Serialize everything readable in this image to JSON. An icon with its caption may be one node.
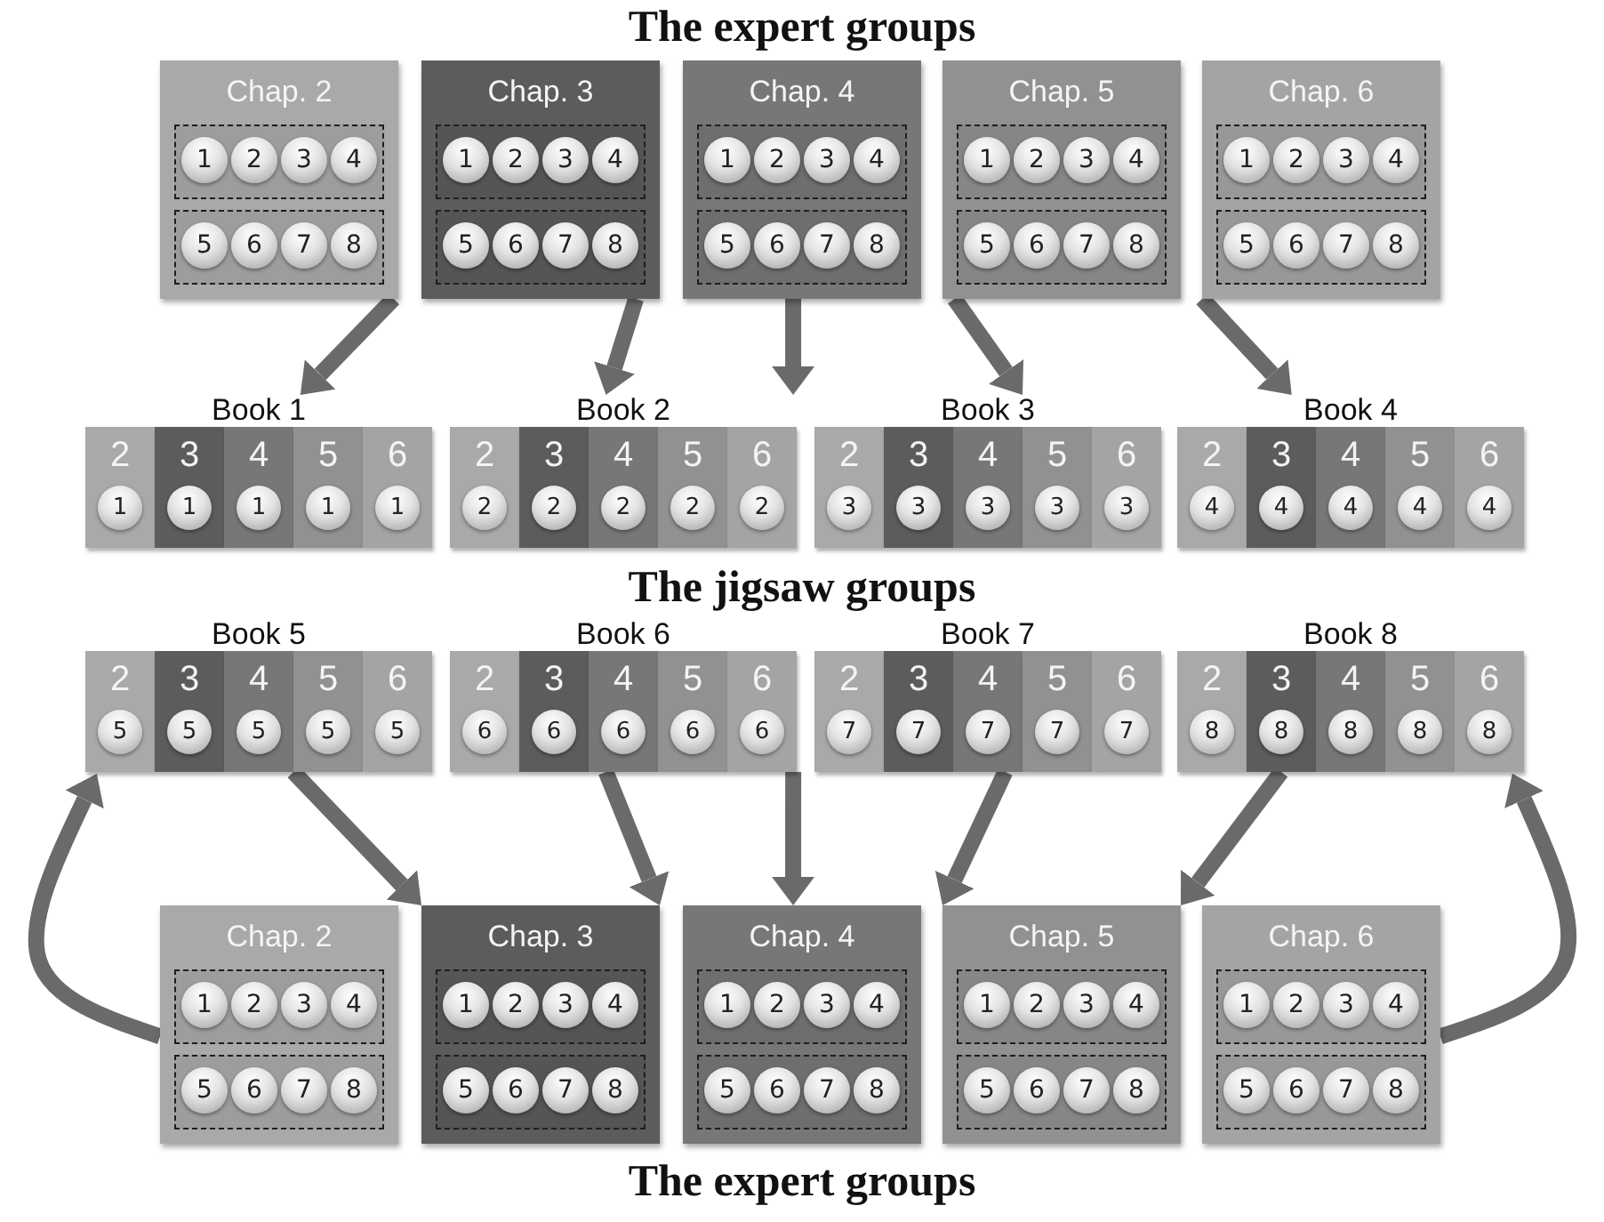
{
  "diagram": {
    "title": "The expert groups",
    "nodes": [
      {
        "text": [
          "Chap. 2"
        ]
      },
      {
        "text": [],
        "shape": "box",
        "in": 0
      },
      {
        "text": [
          "1"
        ],
        "in": 1
      },
      {
        "text": [
          "2"
        ],
        "in": 1
      },
      {
        "text": [
          "3"
        ],
        "in": 1
      },
      {
        "text": [
          "4"
        ],
        "in": 1
      },
      {
        "text": [],
        "shape": "box",
        "in": 0
      },
      {
        "text": [
          "5"
        ],
        "in": 6
      },
      {
        "text": [
          "6"
        ],
        "in": 6
      },
      {
        "text": [
          "7"
        ],
        "in": 6
      },
      {
        "text": [
          "8"
        ],
        "in": 6
      },
      {
        "text": [
          "Chap. 3"
        ]
      },
      {
        "text": [],
        "shape": "box",
        "in": 11
      },
      {
        "text": [
          "1"
        ],
        "in": 12
      },
      {
        "text": [
          "2"
        ],
        "in": 12
      },
      {
        "text": [
          "3"
        ],
        "in": 12
      },
      {
        "text": [
          "4"
        ],
        "in": 12
      },
      {
        "text": [],
        "shape": "box",
        "in": 11
      },
      {
        "text": [
          "5"
        ],
        "in": 17
      },
      {
        "text": [
          "6"
        ],
        "in": 17
      },
      {
        "text": [
          "7"
        ],
        "in": 17
      },
      {
        "text": [
          "8"
        ],
        "in": 17
      },
      {
        "text": [
          "Chap. 4"
        ]
      },
      {
        "text": [],
        "shape": "box",
        "in": 22
      },
      {
        "text": [
          "1"
        ],
        "in": 23
      },
      {
        "text": [
          "2"
        ],
        "in": 23
      },
      {
        "text": [
          "3"
        ],
        "in": 23
      },
      {
        "text": [
          "4"
        ],
        "in": 23
      },
      {
        "text": [],
        "shape": "box",
        "in": 22
      },
      {
        "text": [
          "5"
        ],
        "in": 28
      },
      {
        "text": [
          "6"
        ],
        "in": 28
      },
      {
        "text": [
          "7"
        ],
        "in": 28
      },
      {
        "text": [
          "8"
        ],
        "in": 28
      },
      {
        "text": [
          "Chap. 5"
        ]
      },
      {
        "text": [],
        "shape": "box",
        "in": 33
      },
      {
        "text": [
          "1"
        ],
        "in": 34
      },
      {
        "text": [
          "2"
        ],
        "in": 34
      },
      {
        "text": [
          "3"
        ],
        "in": 34
      },
      {
        "text": [
          "4"
        ],
        "in": 34
      },
      {
        "text": [],
        "shape": "box",
        "in": 33
      },
      {
        "text": [
          "5"
        ],
        "in": 39
      },
      {
        "text": [
          "6"
        ],
        "in": 39
      },
      {
        "text": [
          "7"
        ],
        "in": 39
      },
      {
        "text": [
          "8"
        ],
        "in": 39
      },
      {
        "text": [
          "Chap. 6"
        ]
      },
      {
        "text": [],
        "shape": "box",
        "in": 44
      },
      {
        "text": [
          "1"
        ],
        "in": 45
      },
      {
        "text": [
          "2"
        ],
        "in": 45
      },
      {
        "text": [
          "3"
        ],
        "in": 45
      },
      {
        "text": [
          "4"
        ],
        "in": 45
      },
      {
        "text": [],
        "shape": "box",
        "in": 44
      },
      {
        "text": [
          "5"
        ],
        "in": 50
      },
      {
        "text": [
          "6"
        ],
        "in": 50
      },
      {
        "text": [
          "7"
        ],
        "in": 50
      },
      {
        "text": [
          "8"
        ],
        "in": 50
      },
      {
        "text": [
          "Book 1"
        ]
      },
      {
        "text": [
          "2"
        ],
        "in": 55
      },
      {
        "text": [
          "1"
        ],
        "in": 56
      },
      {
        "text": [
          "3"
        ],
        "in": 55
      },
      {
        "text": [
          "1"
        ],
        "in": 58
      },
      {
        "text": [
          "4"
        ],
        "in": 55
      },
      {
        "text": [
          "1"
        ],
        "in": 60
      },
      {
        "text": [
          "5"
        ],
        "in": 55
      },
      {
        "text": [
          "1"
        ],
        "in": 62
      },
      {
        "text": [
          "6"
        ],
        "in": 55
      },
      {
        "text": [
          "1"
        ],
        "in": 64
      },
      {
        "text": [
          "Book 2"
        ]
      },
      {
        "text": [
          "2"
        ],
        "in": 66
      },
      {
        "text": [
          "2"
        ],
        "in": 67
      },
      {
        "text": [
          "3"
        ],
        "in": 66
      },
      {
        "text": [
          "2"
        ],
        "in": 69
      },
      {
        "text": [
          "4"
        ],
        "in": 66
      },
      {
        "text": [
          "2"
        ],
        "in": 71
      },
      {
        "text": [
          "5"
        ],
        "in": 66
      },
      {
        "text": [
          "2"
        ],
        "in": 73
      },
      {
        "text": [
          "6"
        ],
        "in": 66
      },
      {
        "text": [
          "2"
        ],
        "in": 75
      },
      {
        "text": [
          "Book 3"
        ]
      },
      {
        "text": [
          "2"
        ],
        "in": 77
      },
      {
        "text": [
          "3"
        ],
        "in": 78
      },
      {
        "text": [
          "3"
        ],
        "in": 77
      },
      {
        "text": [
          "3"
        ],
        "in": 80
      },
      {
        "text": [
          "4"
        ],
        "in": 77
      },
      {
        "text": [
          "3"
        ],
        "in": 82
      },
      {
        "text": [
          "5"
        ],
        "in": 77
      },
      {
        "text": [
          "3"
        ],
        "in": 84
      },
      {
        "text": [
          "6"
        ],
        "in": 77
      },
      {
        "text": [
          "3"
        ],
        "in": 86
      },
      {
        "text": [
          "Book 4"
        ]
      },
      {
        "text": [
          "2"
        ],
        "in": 88
      },
      {
        "text": [
          "4"
        ],
        "in": 89
      },
      {
        "text": [
          "3"
        ],
        "in": 88
      },
      {
        "text": [
          "4"
        ],
        "in": 91
      },
      {
        "text": [
          "4"
        ],
        "in": 88
      },
      {
        "text": [
          "4"
        ],
        "in": 93
      },
      {
        "text": [
          "5"
        ],
        "in": 88
      },
      {
        "text": [
          "4"
        ],
        "in": 95
      },
      {
        "text": [
          "6"
        ],
        "in": 88
      },
      {
        "text": [
          "4"
        ],
        "in": 97
      },
      {
        "text": [
          "Book 5"
        ]
      },
      {
        "text": [
          "2"
        ],
        "in": 99
      },
      {
        "text": [
          "5"
        ],
        "in": 100
      },
      {
        "text": [
          "3"
        ],
        "in": 99
      },
      {
        "text": [
          "5"
        ],
        "in": 102
      },
      {
        "text": [
          "4"
        ],
        "in": 99
      },
      {
        "text": [
          "5"
        ],
        "in": 104
      },
      {
        "text": [
          "5"
        ],
        "in": 99
      },
      {
        "text": [
          "5"
        ],
        "in": 106
      },
      {
        "text": [
          "6"
        ],
        "in": 99
      },
      {
        "text": [
          "5"
        ],
        "in": 108
      },
      {
        "text": [
          "Book 6"
        ]
      },
      {
        "text": [
          "2"
        ],
        "in": 110
      },
      {
        "text": [
          "6"
        ],
        "in": 111
      },
      {
        "text": [
          "3"
        ],
        "in": 110
      },
      {
        "text": [
          "6"
        ],
        "in": 113
      },
      {
        "text": [
          "4"
        ],
        "in": 110
      },
      {
        "text": [
          "6"
        ],
        "in": 115
      },
      {
        "text": [
          "5"
        ],
        "in": 110
      },
      {
        "text": [
          "6"
        ],
        "in": 117
      },
      {
        "text": [
          "6"
        ],
        "in": 110
      },
      {
        "text": [
          "6"
        ],
        "in": 119
      },
      {
        "text": [
          "Book 7"
        ]
      },
      {
        "text": [
          "2"
        ],
        "in": 121
      },
      {
        "text": [
          "7"
        ],
        "in": 122
      },
      {
        "text": [
          "3"
        ],
        "in": 121
      },
      {
        "text": [
          "7"
        ],
        "in": 124
      },
      {
        "text": [
          "4"
        ],
        "in": 121
      },
      {
        "text": [
          "7"
        ],
        "in": 126
      },
      {
        "text": [
          "5"
        ],
        "in": 121
      },
      {
        "text": [
          "7"
        ],
        "in": 128
      },
      {
        "text": [
          "6"
        ],
        "in": 121
      },
      {
        "text": [
          "7"
        ],
        "in": 130
      },
      {
        "text": [
          "Book 8"
        ]
      },
      {
        "text": [
          "2"
        ],
        "in": 132
      },
      {
        "text": [
          "8"
        ],
        "in": 133
      },
      {
        "text": [
          "3"
        ],
        "in": 132
      },
      {
        "text": [
          "8"
        ],
        "in": 135
      },
      {
        "text": [
          "4"
        ],
        "in": 132
      },
      {
        "text": [
          "8"
        ],
        "in": 137
      },
      {
        "text": [
          "5"
        ],
        "in": 132
      },
      {
        "text": [
          "8"
        ],
        "in": 139
      },
      {
        "text": [
          "6"
        ],
        "in": 132
      },
      {
        "text": [
          "8"
        ],
        "in": 141
      },
      {
        "text": [
          "Chap. 2"
        ]
      },
      {
        "text": [],
        "shape": "box",
        "in": 143
      },
      {
        "text": [
          "1"
        ],
        "in": 144
      },
      {
        "text": [
          "2"
        ],
        "in": 144
      },
      {
        "text": [
          "3"
        ],
        "in": 144
      },
      {
        "text": [
          "4"
        ],
        "in": 144
      },
      {
        "text": [],
        "shape": "box",
        "in": 143
      },
      {
        "text": [
          "5"
        ],
        "in": 149
      },
      {
        "text": [
          "6"
        ],
        "in": 149
      },
      {
        "text": [
          "7"
        ],
        "in": 149
      },
      {
        "text": [
          "8"
        ],
        "in": 149
      },
      {
        "text": [
          "Chap. 3"
        ]
      },
      {
        "text": [],
        "shape": "box",
        "in": 154
      },
      {
        "text": [
          "1"
        ],
        "in": 155
      },
      {
        "text": [
          "2"
        ],
        "in": 155
      },
      {
        "text": [
          "3"
        ],
        "in": 155
      },
      {
        "text": [
          "4"
        ],
        "in": 155
      },
      {
        "text": [],
        "shape": "box",
        "in": 154
      },
      {
        "text": [
          "5"
        ],
        "in": 160
      },
      {
        "text": [
          "6"
        ],
        "in": 160
      },
      {
        "text": [
          "7"
        ],
        "in": 160
      },
      {
        "text": [
          "8"
        ],
        "in": 160
      },
      {
        "text": [
          "Chap. 4"
        ]
      },
      {
        "text": [],
        "shape": "box",
        "in": 165
      },
      {
        "text": [
          "1"
        ],
        "in": 166
      },
      {
        "text": [
          "2"
        ],
        "in": 166
      },
      {
        "text": [
          "3"
        ],
        "in": 166
      },
      {
        "text": [
          "4"
        ],
        "in": 166
      },
      {
        "text": [],
        "shape": "box",
        "in": 165
      },
      {
        "text": [
          "5"
        ],
        "in": 171
      },
      {
        "text": [
          "6"
        ],
        "in": 171
      },
      {
        "text": [
          "7"
        ],
        "in": 171
      },
      {
        "text": [
          "8"
        ],
        "in": 171
      },
      {
        "text": [
          "Chap. 5"
        ]
      },
      {
        "text": [],
        "shape": "box",
        "in": 176
      },
      {
        "text": [
          "1"
        ],
        "in": 177
      },
      {
        "text": [
          "2"
        ],
        "in": 177
      },
      {
        "text": [
          "3"
        ],
        "in": 177
      },
      {
        "text": [
          "4"
        ],
        "in": 177
      },
      {
        "text": [],
        "shape": "box",
        "in": 176
      },
      {
        "text": [
          "5"
        ],
        "in": 182
      },
      {
        "text": [
          "6"
        ],
        "in": 182
      },
      {
        "text": [
          "7"
        ],
        "in": 182
      },
      {
        "text": [
          "8"
        ],
        "in": 182
      },
      {
        "text": [
          "Chap. 6"
        ]
      },
      {
        "text": [],
        "shape": "box",
        "in": 187
      },
      {
        "text": [
          "1"
        ],
        "in": 188
      },
      {
        "text": [
          "2"
        ],
        "in": 188
      },
      {
        "text": [
          "3"
        ],
        "in": 188
      },
      {
        "text": [
          "4"
        ],
        "in": 188
      },
      {
        "text": [],
        "shape": "box",
        "in": 187
      },
      {
        "text": [
          "5"
        ],
        "in": 193
      },
      {
        "text": [
          "6"
        ],
        "in": 193
      },
      {
        "text": [
          "7"
        ],
        "in": 193
      },
      {
        "text": [
          "8"
        ],
        "in": 193
      }
    ],
    "edges": [
      {
        "from": 0,
        "to": 55,
        "arrow": "to"
      },
      {
        "from": 11,
        "to": 66,
        "arrow": "to"
      },
      {
        "from": 22,
        "to": 66,
        "arrow": "to"
      },
      {
        "from": 33,
        "to": 77,
        "arrow": "to"
      },
      {
        "from": 44,
        "to": 88,
        "arrow": "to"
      },
      {
        "from": 99,
        "to": 154,
        "arrow": "to"
      },
      {
        "from": 110,
        "to": 154,
        "arrow": "to"
      },
      {
        "from": 110,
        "to": 165,
        "arrow": "to"
      },
      {
        "from": 121,
        "to": 176,
        "arrow": "to"
      },
      {
        "from": 132,
        "to": 176,
        "arrow": "to"
      },
      {
        "from": 143,
        "to": 99,
        "arrow": "to"
      },
      {
        "from": 187,
        "to": 132,
        "arrow": "to"
      }
    ],
    "labels": [
      "The jigsaw groups",
      "The expert groups"
    ]
  }
}
